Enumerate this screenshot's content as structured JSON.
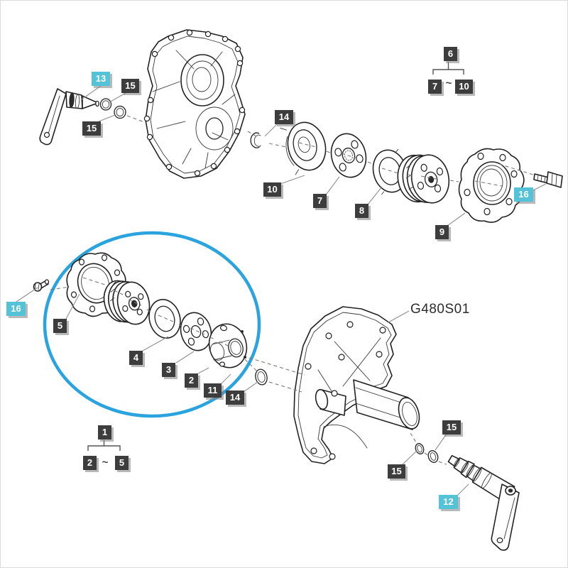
{
  "figure_code": "G480S01",
  "tildes": {
    "top": "~",
    "bottom": "~"
  },
  "labels": {
    "l13": {
      "text": "13",
      "highlight": true
    },
    "l15a": {
      "text": "15",
      "highlight": false
    },
    "l15b": {
      "text": "15",
      "highlight": false
    },
    "l14top": {
      "text": "14",
      "highlight": false
    },
    "l10": {
      "text": "10",
      "highlight": false
    },
    "l7": {
      "text": "7",
      "highlight": false
    },
    "l8": {
      "text": "8",
      "highlight": false
    },
    "l9": {
      "text": "9",
      "highlight": false
    },
    "l6": {
      "text": "6",
      "highlight": false
    },
    "l7r": {
      "text": "7",
      "highlight": false
    },
    "l10r": {
      "text": "10",
      "highlight": false
    },
    "l16r": {
      "text": "16",
      "highlight": true
    },
    "l16l": {
      "text": "16",
      "highlight": true
    },
    "l5": {
      "text": "5",
      "highlight": false
    },
    "l4": {
      "text": "4",
      "highlight": false
    },
    "l3": {
      "text": "3",
      "highlight": false
    },
    "l2": {
      "text": "2",
      "highlight": false
    },
    "l11": {
      "text": "11",
      "highlight": false
    },
    "l14c": {
      "text": "14",
      "highlight": false
    },
    "l1": {
      "text": "1",
      "highlight": false
    },
    "l2r": {
      "text": "2",
      "highlight": false
    },
    "l5r": {
      "text": "5",
      "highlight": false
    },
    "l15bl": {
      "text": "15",
      "highlight": false
    },
    "l15br": {
      "text": "15",
      "highlight": false
    },
    "l12": {
      "text": "12",
      "highlight": true
    }
  },
  "colors": {
    "highlight_bg": "#54c3d8",
    "label_bg": "#3d3d3d",
    "label_text": "#ffffff",
    "highlight_circle": "#2aa3de",
    "line_art": "#222222",
    "leader": "#8f8f8f"
  }
}
